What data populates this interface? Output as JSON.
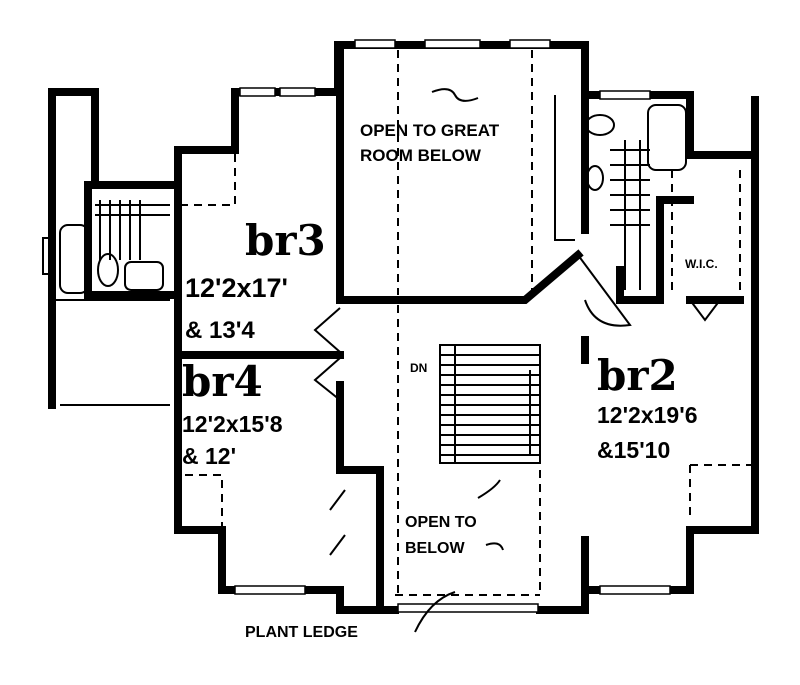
{
  "rooms": {
    "br3": {
      "name": "br3",
      "size": "12'2x17'",
      "extra": "& 13'4"
    },
    "br4": {
      "name": "br4",
      "size": "12'2x15'8",
      "extra": "& 12'"
    },
    "br2": {
      "name": "br2",
      "size": "12'2x19'6",
      "extra": "&15'10"
    }
  },
  "labels": {
    "open_great_1": "OPEN TO GREAT",
    "open_great_2": "ROOM BELOW",
    "wic": "W.I.C.",
    "dn": "DN",
    "open_below_1": "OPEN TO",
    "open_below_2": "BELOW",
    "plant_ledge": "PLANT LEDGE"
  }
}
